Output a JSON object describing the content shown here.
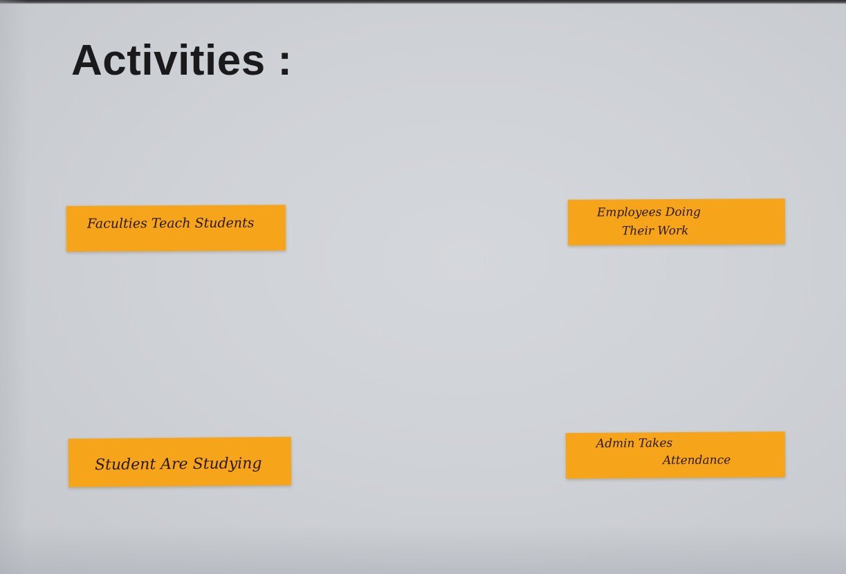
{
  "slide": {
    "title": "Activities :",
    "background_color": "#cfd2d7"
  },
  "notes": {
    "color": "#f6a51b",
    "faculties": {
      "lines": [
        "Faculties Teach Students"
      ]
    },
    "employees": {
      "lines": [
        "Employees Doing",
        "Their Work"
      ]
    },
    "student": {
      "lines": [
        "Student Are Studying"
      ]
    },
    "admin": {
      "lines": [
        "Admin Takes",
        "Attendance"
      ]
    }
  }
}
